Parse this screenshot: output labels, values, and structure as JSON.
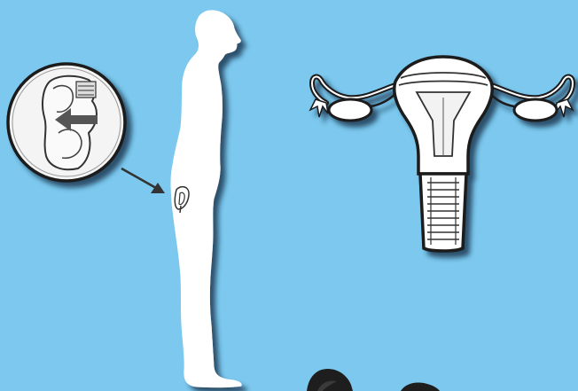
{
  "scene": {
    "background_color": "#7cc8ee",
    "figure_fill": "#ffffff",
    "outline_color": "#1a1a1a",
    "shadow_color": "#0b2a40",
    "inset_background": "#f4f4f4",
    "figures": [
      {
        "name": "human-body-silhouette",
        "icon": "standing-person-profile"
      },
      {
        "name": "magnified-pelvis-inset",
        "icon": "magnifier-circle"
      },
      {
        "name": "uterus-diagram",
        "icon": "uterus-and-ovaries"
      },
      {
        "name": "partial-dark-objects",
        "icon": "dark-rounded-shapes"
      }
    ]
  }
}
